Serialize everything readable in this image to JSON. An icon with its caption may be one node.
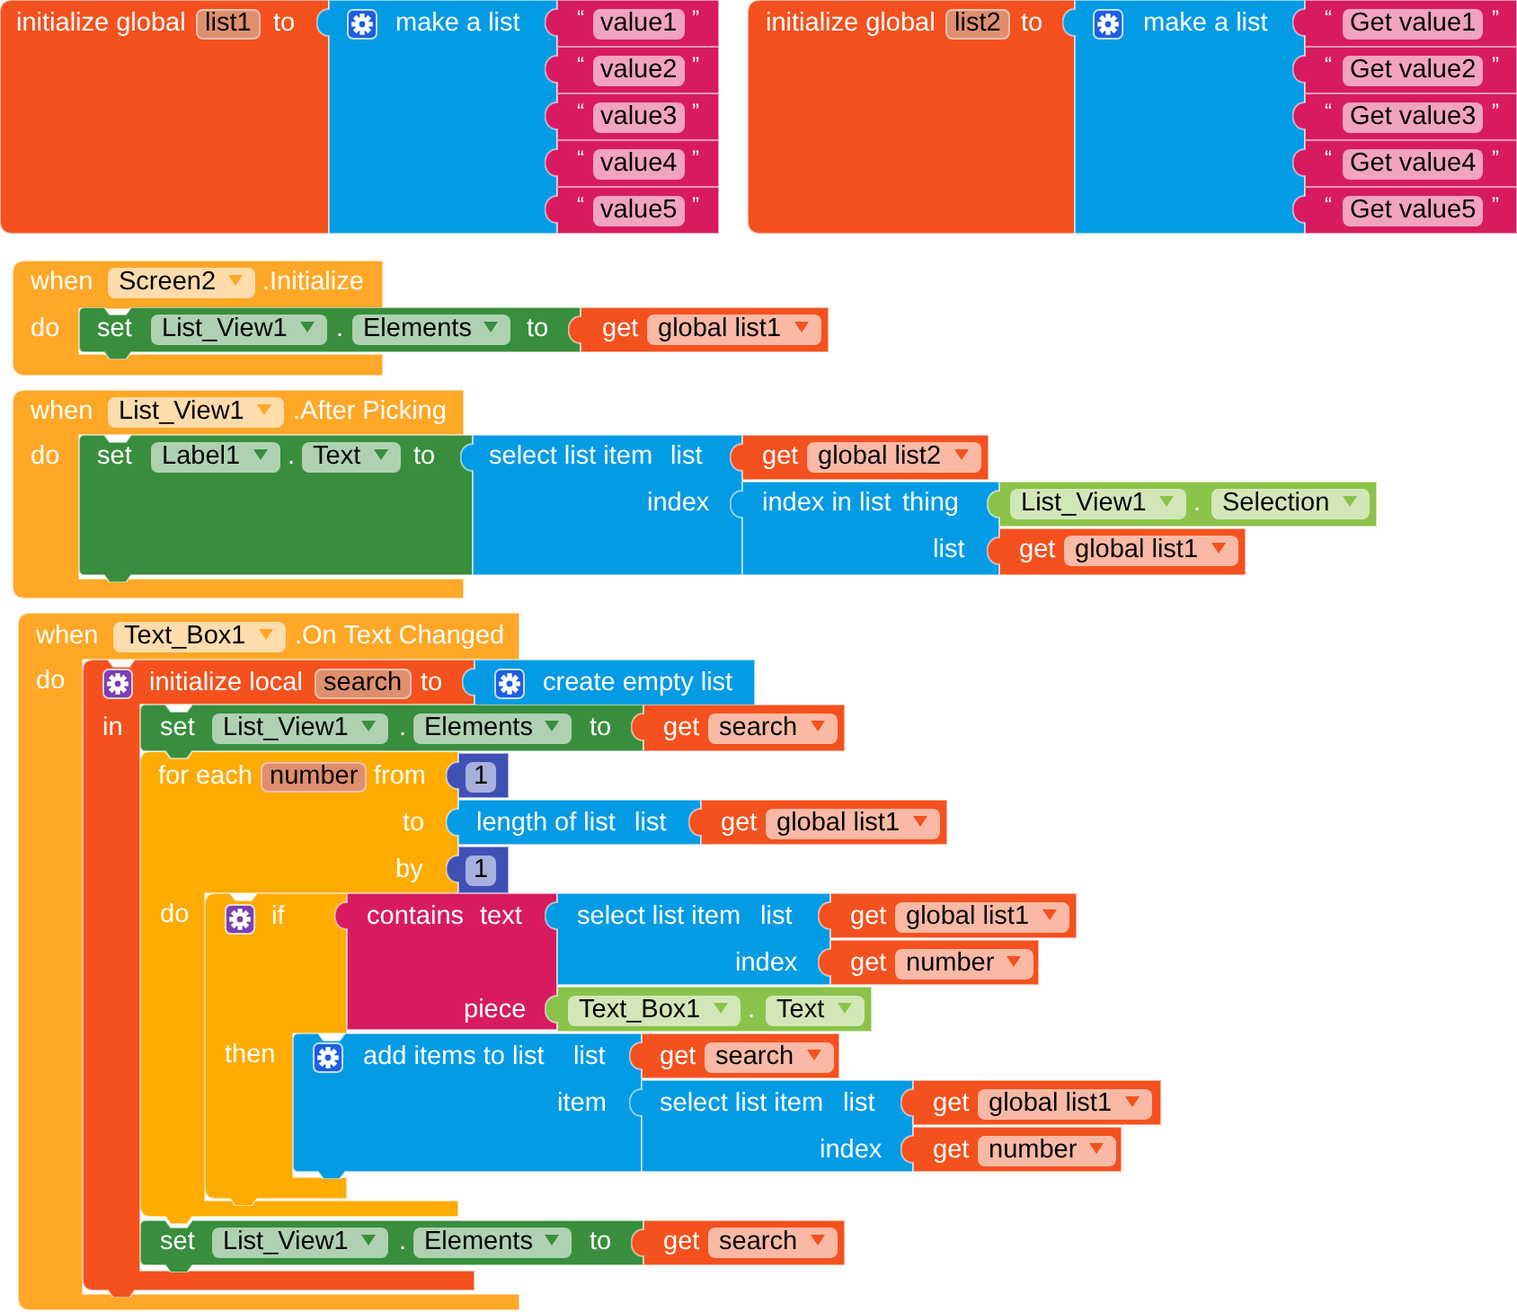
{
  "diagram": {
    "nodes": [
      {
        "text": [
          "initialize global",
          "list1",
          "to"
        ]
      },
      {
        "text": [
          "make a list"
        ]
      },
      {
        "text": [
          "“",
          "value1",
          "”"
        ]
      },
      {
        "text": [
          "“",
          "value2",
          "”"
        ]
      },
      {
        "text": [
          "“",
          "value3",
          "”"
        ]
      },
      {
        "text": [
          "“",
          "value4",
          "”"
        ]
      },
      {
        "text": [
          "“",
          "value5",
          "”"
        ]
      },
      {
        "text": [
          "initialize global",
          "list2",
          "to"
        ]
      },
      {
        "text": [
          "make a list"
        ]
      },
      {
        "text": [
          "“",
          "Get value1",
          "”"
        ]
      },
      {
        "text": [
          "“",
          "Get value2",
          "”"
        ]
      },
      {
        "text": [
          "“",
          "Get value3",
          "”"
        ]
      },
      {
        "text": [
          "“",
          "Get value4",
          "”"
        ]
      },
      {
        "text": [
          "“",
          "Get value5",
          "”"
        ]
      },
      {
        "text": [
          "when",
          "Screen2",
          ".Initialize",
          "do"
        ]
      },
      {
        "text": [
          "set",
          "List_View1",
          ".",
          "Elements",
          "to"
        ]
      },
      {
        "text": [
          "get",
          "global list1"
        ]
      },
      {
        "text": [
          "when",
          "List_View1",
          ".After Picking",
          "do"
        ]
      },
      {
        "text": [
          "set",
          "Label1",
          ".",
          "Text",
          "to"
        ]
      },
      {
        "text": [
          "select list item",
          "list",
          "index"
        ]
      },
      {
        "text": [
          "get",
          "global list2"
        ]
      },
      {
        "text": [
          "index in list",
          "thing",
          "list"
        ]
      },
      {
        "text": [
          "List_View1",
          ".",
          "Selection"
        ]
      },
      {
        "text": [
          "get",
          "global list1"
        ]
      },
      {
        "text": [
          "when",
          "Text_Box1",
          ".On Text Changed",
          "do"
        ]
      },
      {
        "text": [
          "initialize local",
          "search",
          "to",
          "in"
        ],
        "in": 24
      },
      {
        "text": [
          "create empty list"
        ]
      },
      {
        "text": [
          "set",
          "List_View1",
          ".",
          "Elements",
          "to"
        ]
      },
      {
        "text": [
          "get",
          "search"
        ]
      },
      {
        "text": [
          "for each",
          "number",
          "from",
          "to",
          "by",
          "do"
        ],
        "in": 25
      },
      {
        "text": [
          "1"
        ],
        "in": 24
      },
      {
        "text": [
          "length of list",
          "list"
        ]
      },
      {
        "text": [
          "get",
          "global list1"
        ]
      },
      {
        "text": [
          "1"
        ],
        "in": 24
      },
      {
        "text": [
          "if",
          "then"
        ],
        "in": 29
      },
      {
        "text": [
          "contains",
          "text",
          "piece"
        ]
      },
      {
        "text": [
          "select list item",
          "list",
          "index"
        ]
      },
      {
        "text": [
          "get",
          "global list1"
        ]
      },
      {
        "text": [
          "get",
          "number"
        ]
      },
      {
        "text": [
          "Text_Box1",
          ".",
          "Text"
        ]
      },
      {
        "text": [
          "add items to list",
          "list",
          "item"
        ]
      },
      {
        "text": [
          "get",
          "search"
        ]
      },
      {
        "text": [
          "select list item",
          "list",
          "index"
        ]
      },
      {
        "text": [
          "get",
          "global list1"
        ]
      },
      {
        "text": [
          "get",
          "number"
        ]
      },
      {
        "text": [
          "set",
          "List_View1",
          ".",
          "Elements",
          "to"
        ]
      },
      {
        "text": [
          "get",
          "search"
        ]
      }
    ]
  }
}
